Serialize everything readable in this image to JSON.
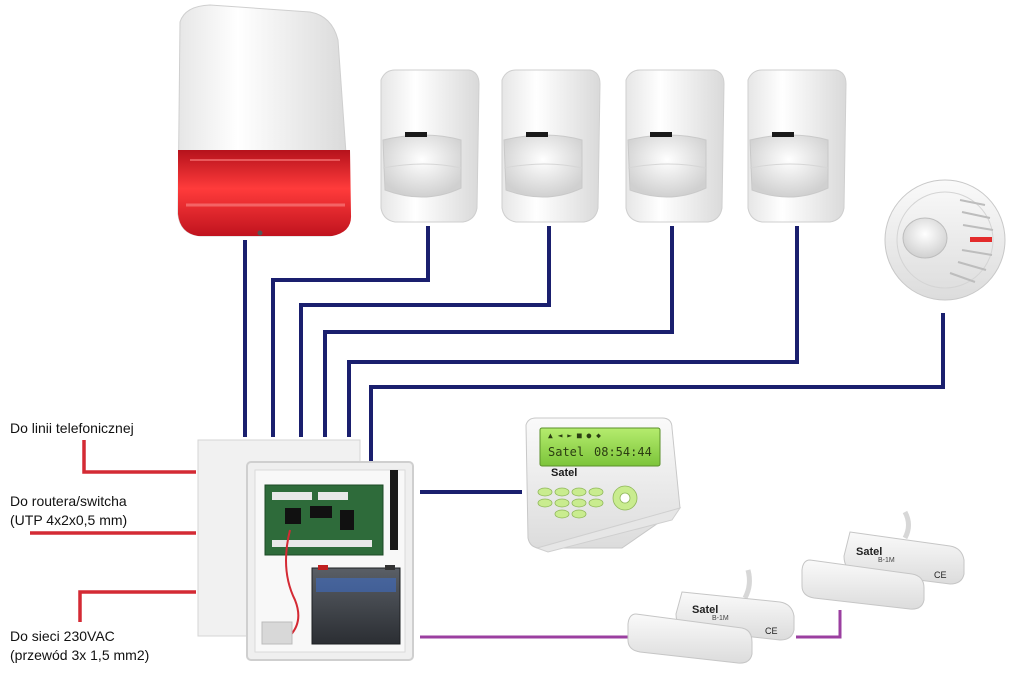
{
  "labels": {
    "phone_line": "Do linii telefonicznej",
    "router_line1": "Do routera/switcha",
    "router_line2": "(UTP 4x2x0,5 mm)",
    "power_line1": "Do sieci 230VAC",
    "power_line2": "(przewód 3x 1,5 mm2)"
  },
  "devices": {
    "siren": "outdoor-siren",
    "detectors": [
      "pir-detector-1",
      "pir-detector-2",
      "pir-detector-3",
      "pir-detector-4"
    ],
    "smoke": "smoke-detector",
    "panel": "control-panel-cabinet",
    "keypad": "lcd-keypad",
    "contacts": [
      "magnetic-contact-1",
      "magnetic-contact-2"
    ]
  },
  "keypad": {
    "brand": "Satel",
    "display": "08:54:44"
  },
  "contact_text": {
    "brand": "Satel",
    "model": "B-1M",
    "mark": "CE"
  },
  "colors": {
    "bus_wire": "#1a1f6e",
    "external_wire": "#d42a34",
    "contact_wire": "#9b3fa0",
    "siren_red": "#d81f2a",
    "lcd_green": "#8fd04a"
  }
}
